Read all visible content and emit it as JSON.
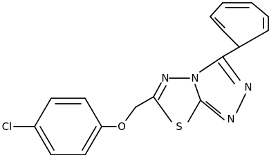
{
  "diagram": {
    "atom_labels": {
      "chlorine": "Cl",
      "ether_oxygen": "O",
      "thiadiazole_nitrogen": "N",
      "bridgehead_nitrogen": "N",
      "sulfur": "S",
      "triazole_nitrogen_upper": "N",
      "triazole_nitrogen_lower": "N"
    }
  }
}
